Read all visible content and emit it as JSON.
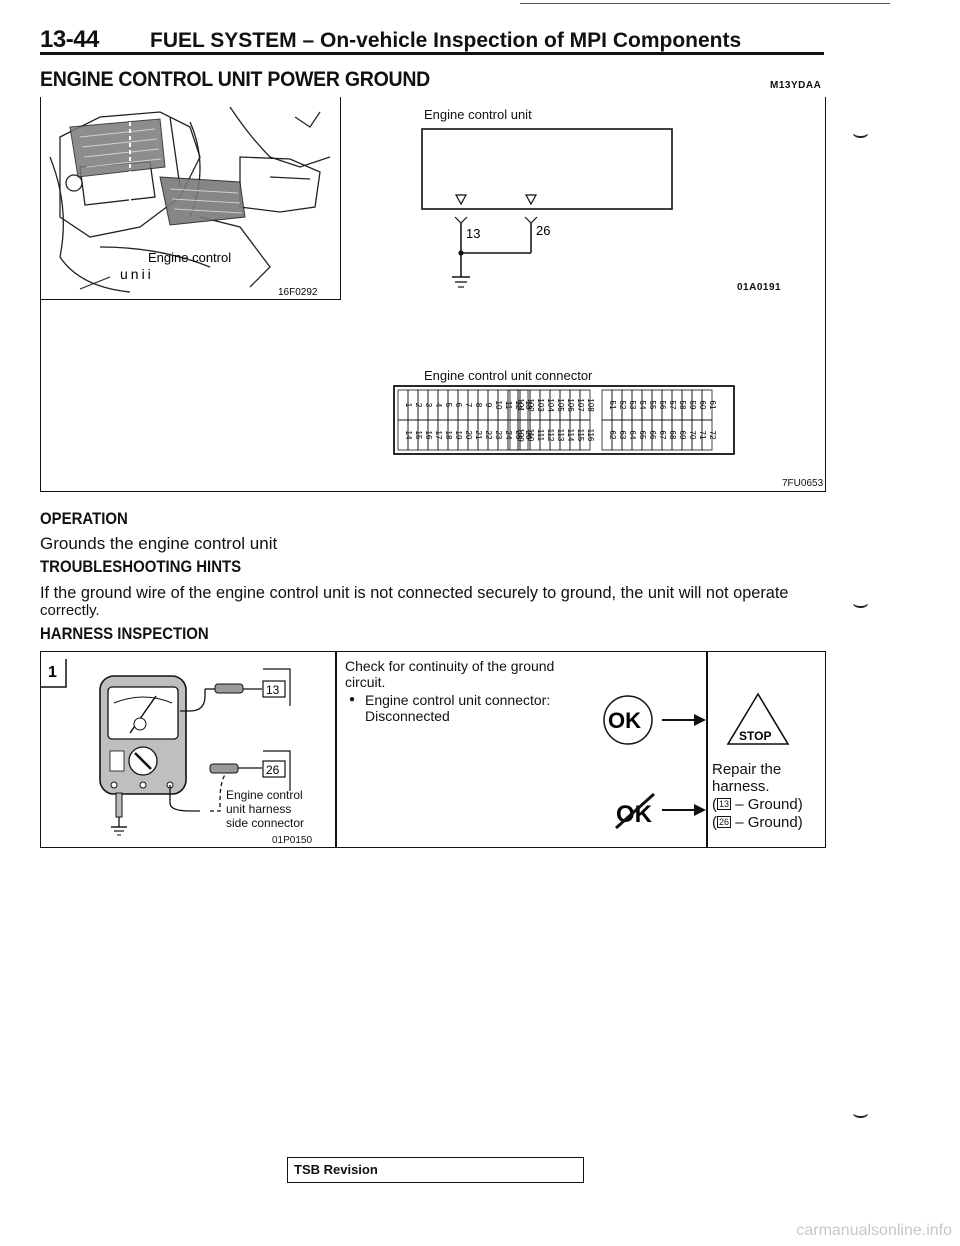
{
  "header": {
    "page_number": "13-44",
    "title": "FUEL SYSTEM – On-vehicle Inspection of MPI Components"
  },
  "section": {
    "title": "ENGINE CONTROL UNIT POWER GROUND",
    "code": "M13YDAA"
  },
  "figure": {
    "photo_label_line1": "Engine control",
    "photo_label_line2": "unii",
    "photo_code": "16F0292",
    "schematic_title": "Engine control unit",
    "terminal_a": "13",
    "terminal_b": "26",
    "schematic_code": "01A0191",
    "connector_title": "Engine control unit connector",
    "connector_pins": [
      "1",
      "2",
      "3",
      "4",
      "5",
      "6",
      "7",
      "8",
      "9",
      "10",
      "11",
      "12",
      "13",
      "14",
      "15",
      "16",
      "17",
      "18",
      "19",
      "20",
      "21",
      "22",
      "23",
      "24",
      "25",
      "26",
      "101",
      "102",
      "103",
      "104",
      "105",
      "106",
      "107",
      "108",
      "109",
      "110",
      "111",
      "112",
      "113",
      "114",
      "115",
      "116",
      "51",
      "52",
      "53",
      "54",
      "55",
      "56",
      "57",
      "58",
      "59",
      "60",
      "61",
      "62",
      "63",
      "64",
      "65",
      "66",
      "67",
      "68",
      "69",
      "70",
      "71",
      "72"
    ],
    "figure_code": "7FU0653"
  },
  "operation": {
    "heading": "OPERATION",
    "text": "Grounds the engine control unit"
  },
  "troubleshooting": {
    "heading": "TROUBLESHOOTING HINTS",
    "text_line1": "If the ground wire of the engine control unit is not connected securely to ground, the unit will not operate",
    "text_line2": "correctly."
  },
  "harness": {
    "heading": "HARNESS INSPECTION",
    "step": "1",
    "pin_a": "13",
    "pin_b": "26",
    "label_line1": "Engine control",
    "label_line2": "unit harness",
    "label_line3": "side connector",
    "image_code": "01P0150",
    "check_line1": "Check for continuity of the ground",
    "check_line2": "circuit.",
    "bullet_line1": "Engine control unit connector:",
    "bullet_line2": "Disconnected",
    "ok_label": "OK",
    "stop_label": "STOP",
    "repair_line1": "Repair the",
    "repair_line2": "harness.",
    "repair_pin_a": "13",
    "repair_text_a": "– Ground)",
    "repair_pin_b": "26",
    "repair_text_b": "– Ground)"
  },
  "footer": {
    "tsb": "TSB Revision",
    "watermark": "carmanualsonline.info"
  }
}
